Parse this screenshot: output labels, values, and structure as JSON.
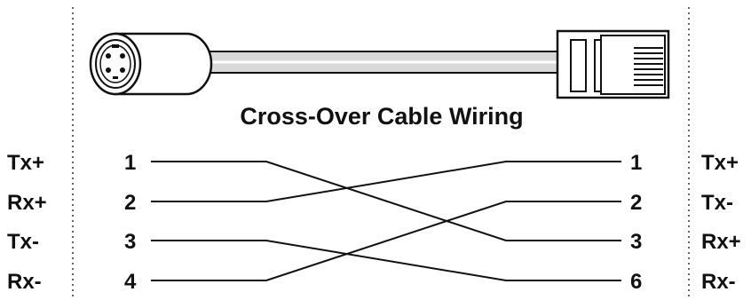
{
  "title": "Cross-Over Cable Wiring",
  "left_connector": {
    "signals": [
      "Tx+",
      "Rx+",
      "Tx-",
      "Rx-"
    ],
    "pins": [
      "1",
      "2",
      "3",
      "4"
    ]
  },
  "right_connector": {
    "pins": [
      "1",
      "2",
      "3",
      "6"
    ],
    "signals": [
      "Tx+",
      "Tx-",
      "Rx+",
      "Rx-"
    ]
  },
  "wiring": [
    {
      "from_pin": "1",
      "to_pin": "3"
    },
    {
      "from_pin": "2",
      "to_pin": "1"
    },
    {
      "from_pin": "3",
      "to_pin": "6"
    },
    {
      "from_pin": "4",
      "to_pin": "2"
    }
  ],
  "icons": {
    "left_plug": "mini-din-connector-icon",
    "right_plug": "rj45-connector-icon"
  }
}
